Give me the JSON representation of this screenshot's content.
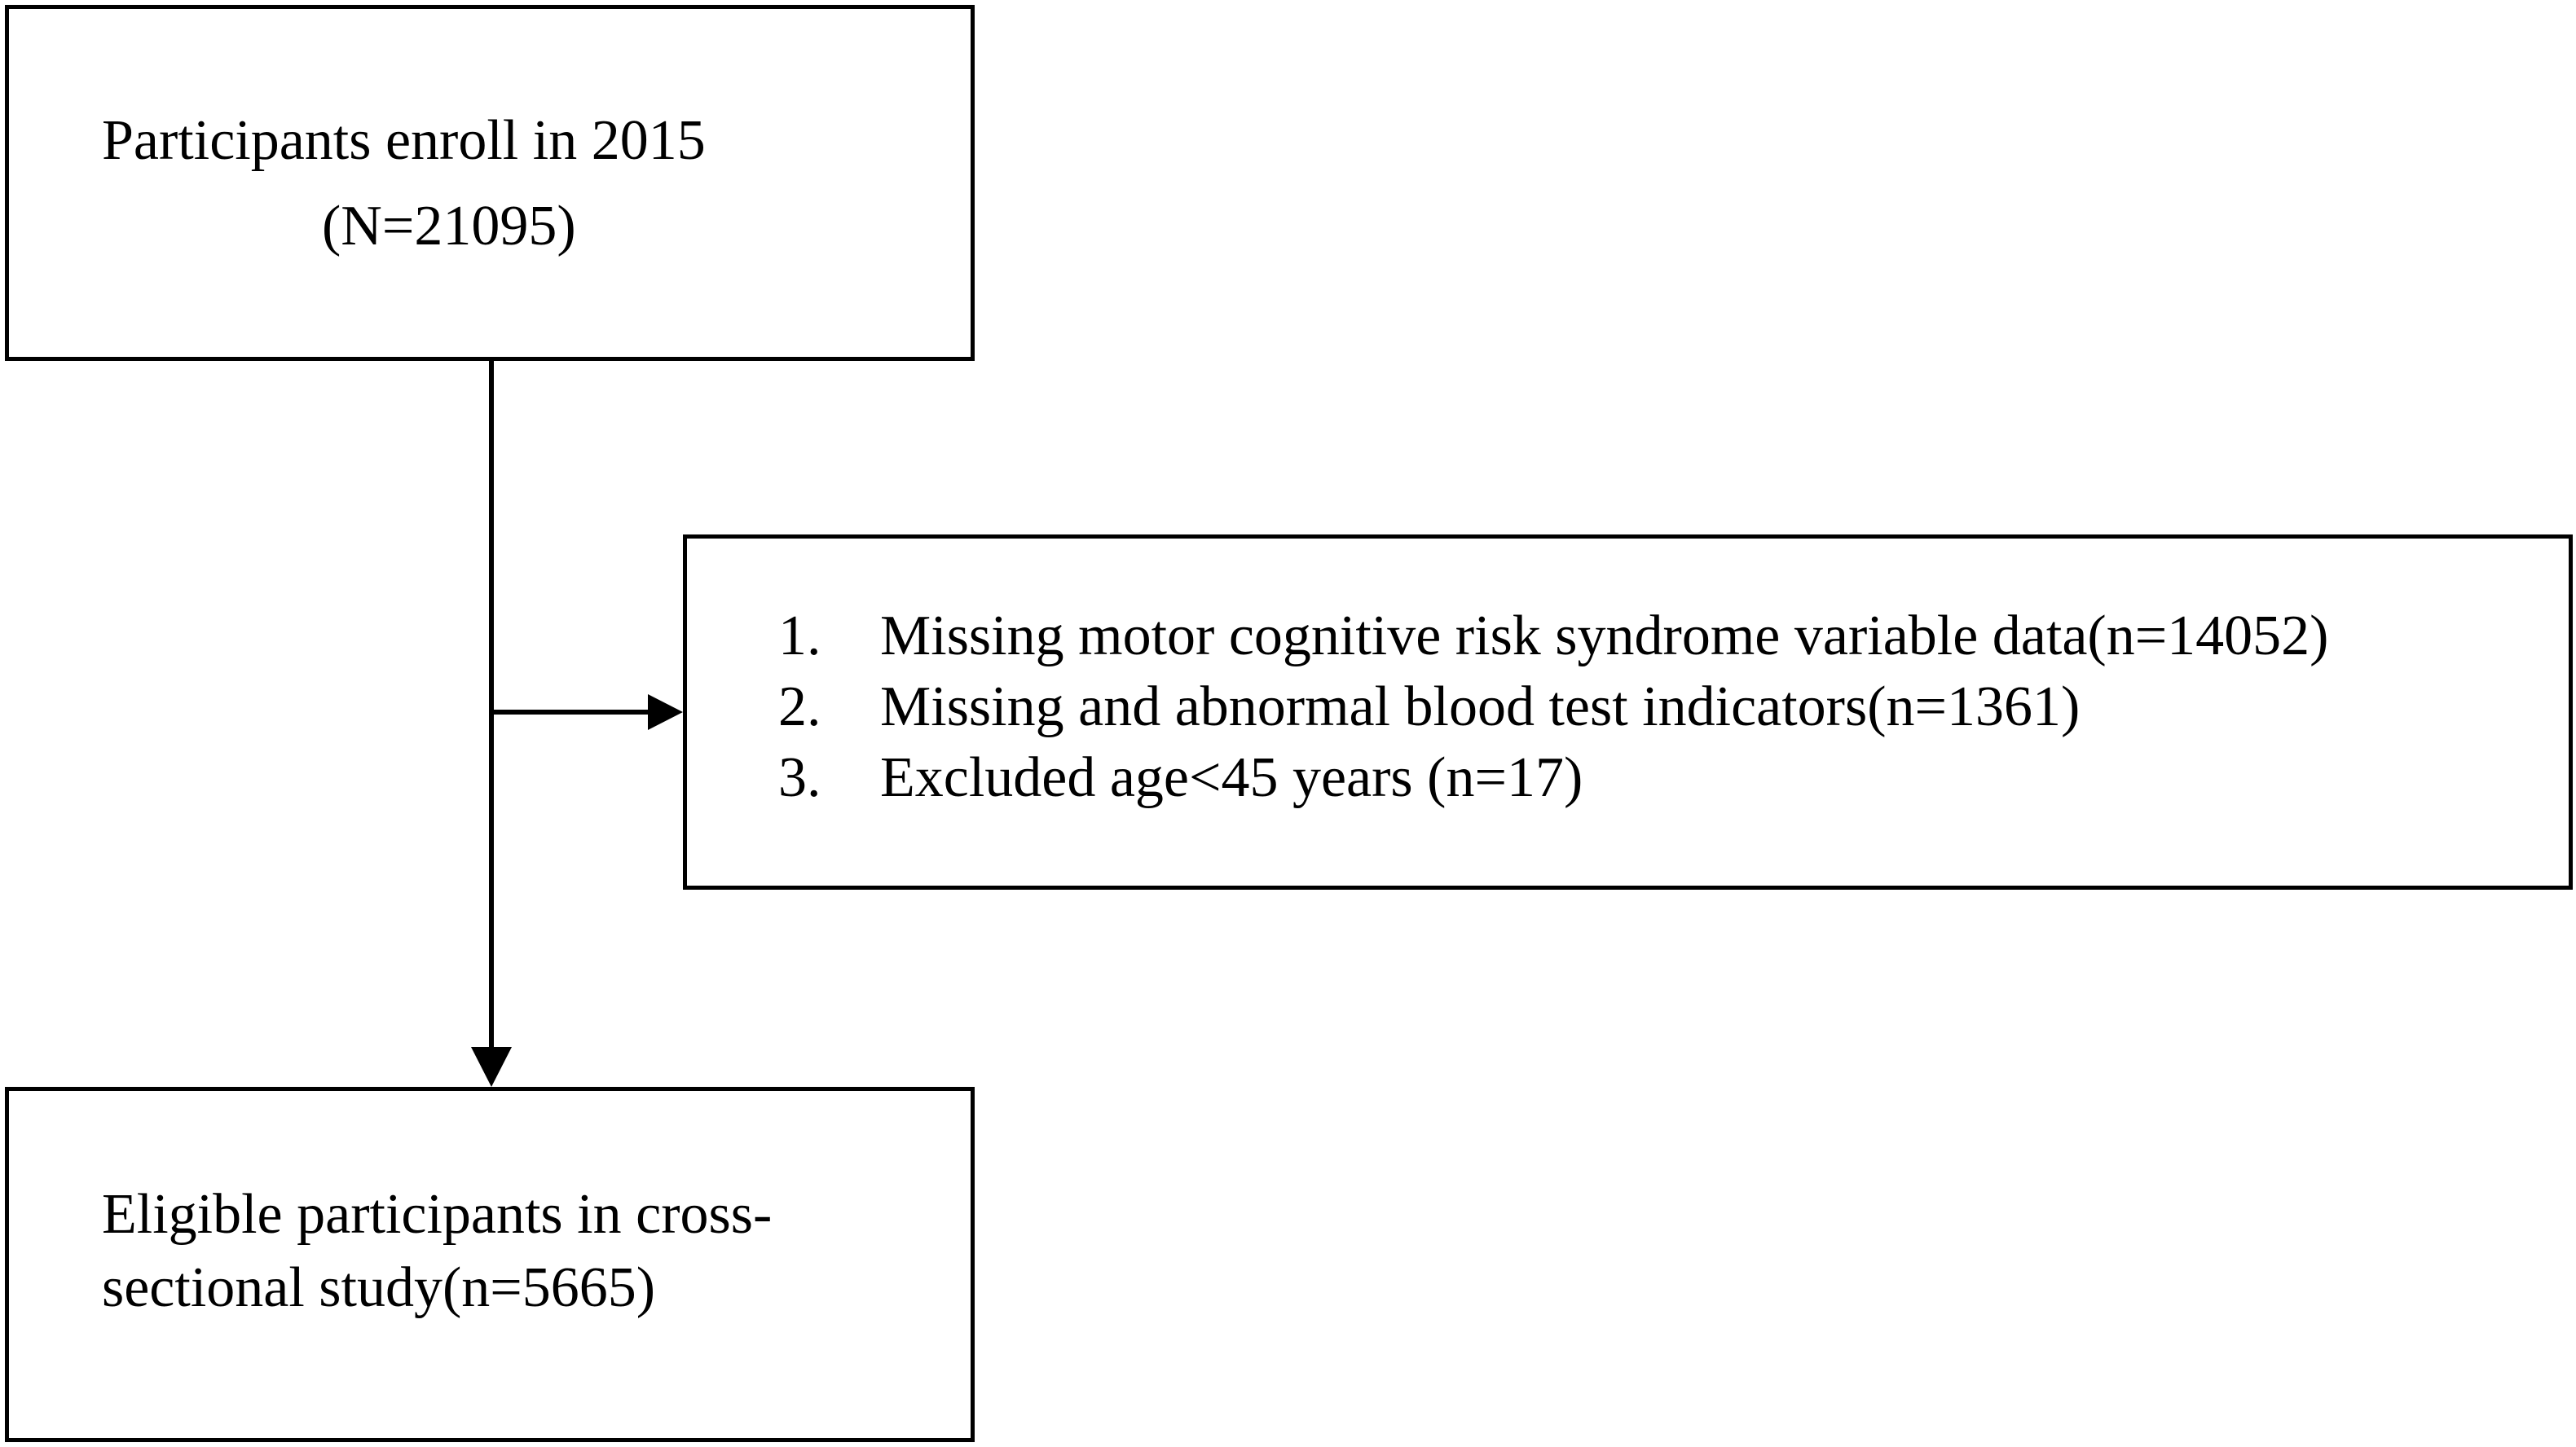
{
  "enroll_box": {
    "line1": "Participants enroll  in 2015",
    "line2": "(N=21095)"
  },
  "exclusion_box": {
    "items": [
      {
        "number": "1.",
        "text": "Missing  motor cognitive risk syndrome variable  data(n=14052)"
      },
      {
        "number": "2.",
        "text": "Missing  and abnormal blood  test  indicators(n=1361)"
      },
      {
        "number": "3.",
        "text": "Excluded age<45 years (n=17)"
      }
    ]
  },
  "eligible_box": {
    "line1": "Eligible participants in cross-",
    "line2": "sectional  study(n=5665)"
  },
  "colors": {
    "line": "#000000",
    "background": "#ffffff"
  }
}
